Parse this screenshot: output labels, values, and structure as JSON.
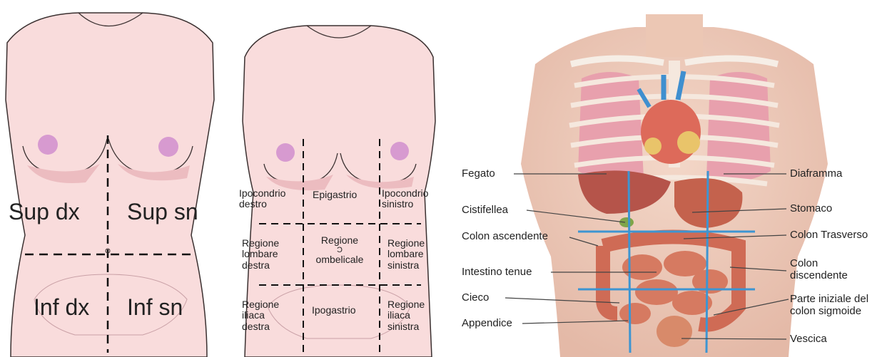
{
  "colors": {
    "skin": "#f9dcdc",
    "skin_shade": "#ecbcc0",
    "outline": "#3a3030",
    "nipple": "#d79ad0",
    "dash": "#111111",
    "grid_blue": "#3d95d2",
    "leader": "#444444"
  },
  "quadrants": {
    "sup_dx": "Sup dx",
    "sup_sn": "Sup sn",
    "inf_dx": "Inf dx",
    "inf_sn": "Inf sn"
  },
  "regions": {
    "ipocondrio_destro": [
      "Ipocondrio",
      "destro"
    ],
    "epigastrio": [
      "Epigastrio"
    ],
    "ipocondrio_sinistro": [
      "Ipocondrio",
      "sinistro"
    ],
    "lombare_destra": [
      "Regione",
      "lombare",
      "destra"
    ],
    "ombelicale": [
      "Regione",
      "ombelicale"
    ],
    "lombare_sinistra": [
      "Regione",
      "lombare",
      "sinistra"
    ],
    "iliaca_destra": [
      "Regione",
      "iliaca",
      "destra"
    ],
    "ipogastrio": [
      "Ipogastrio"
    ],
    "iliaca_sinistra": [
      "Regione",
      "iliaca",
      "sinistra"
    ]
  },
  "organs_left": {
    "fegato": "Fegato",
    "cistifellea": "Cistifellea",
    "colon_ascendente": "Colon ascendente",
    "intestino_tenue": "Intestino tenue",
    "cieco": "Cieco",
    "appendice": "Appendice"
  },
  "organs_right": {
    "diaframma": "Diaframma",
    "stomaco": "Stomaco",
    "colon_trasverso": "Colon Trasverso",
    "colon_discendente": [
      "Colon",
      "discendente"
    ],
    "sigmoide": [
      "Parte iniziale del",
      "colon sigmoide"
    ],
    "vescica": "Vescica"
  }
}
